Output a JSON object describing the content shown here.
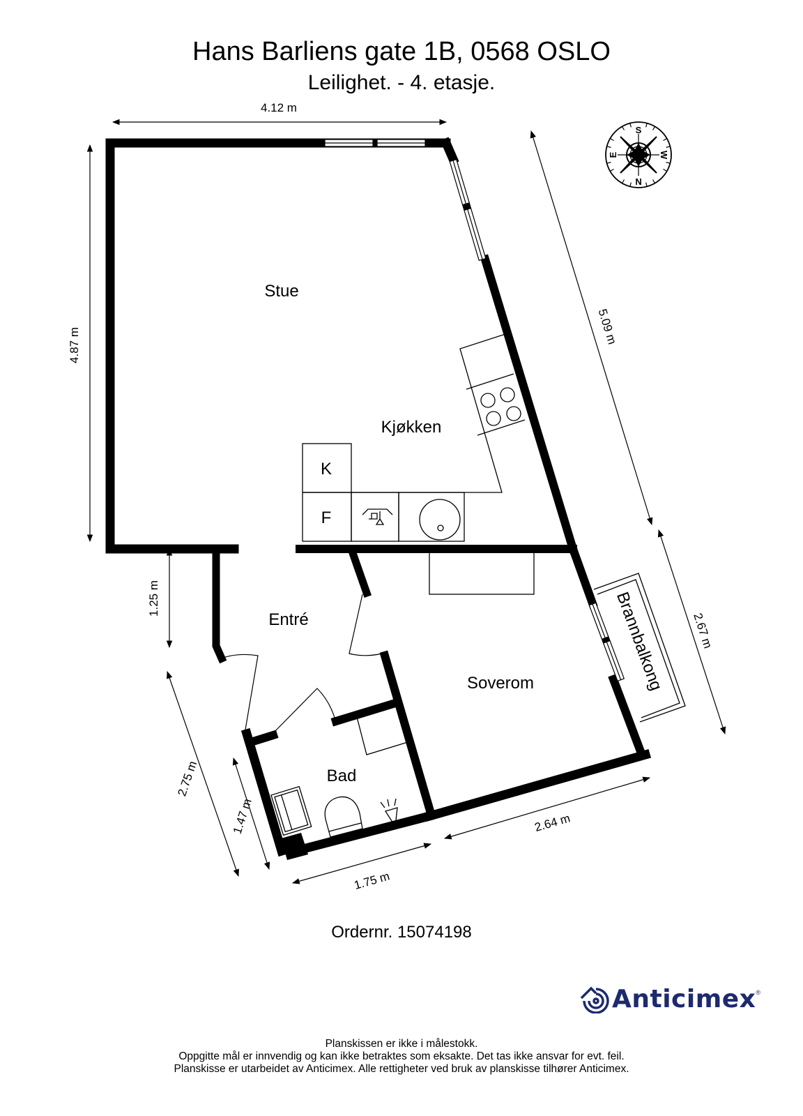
{
  "header": {
    "title": "Hans Barliens gate 1B, 0568 OSLO",
    "subtitle": "Leilighet.  - 4. etasje."
  },
  "rooms": {
    "stue": "Stue",
    "kjokken": "Kjøkken",
    "entre": "Entré",
    "bad": "Bad",
    "soverom": "Soverom",
    "brannbalkong": "Brannbalkong"
  },
  "appliances": {
    "fridge_top": "K",
    "fridge_bottom": "F"
  },
  "dimensions": {
    "top_width": "4.12 m",
    "left_height": "4.87 m",
    "right_diagonal": "5.09 m",
    "entry_height": "1.25 m",
    "balcony_side": "2.67 m",
    "entry_diagonal": "2.75 m",
    "bath_side": "1.47 m",
    "bath_bottom": "1.75 m",
    "bedroom_bottom": "2.64 m"
  },
  "compass": {
    "north": "N",
    "south": "S",
    "east": "E",
    "west": "W"
  },
  "order": "Ordernr. 15074198",
  "logo": {
    "name": "Anticimex",
    "color": "#1d2a6e"
  },
  "disclaimer": {
    "line1": "Planskissen er ikke i målestokk.",
    "line2": "Oppgitte mål er innvendig og kan ikke betraktes som eksakte. Det tas ikke ansvar for evt. feil.",
    "line3": "Planskisse er utarbeidet av Anticimex. Alle rettigheter ved bruk av planskisse tilhører Anticimex."
  }
}
